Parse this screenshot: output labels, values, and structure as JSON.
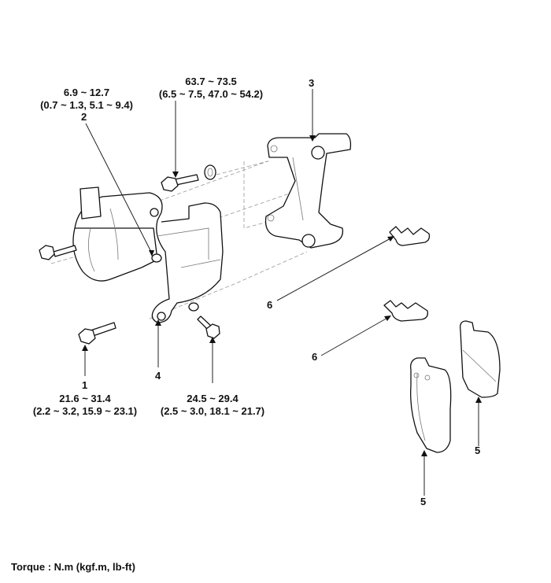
{
  "diagram": {
    "title": "Rear brake caliper assembly components",
    "callouts": [
      {
        "id": "1",
        "number": "1",
        "part": "guide-rod-bolt",
        "torque_nm": "21.6 ~ 31.4",
        "torque_other": "(2.2 ~ 3.2, 15.9 ~ 23.1)"
      },
      {
        "id": "2",
        "number": "2",
        "part": "bleeder-screw",
        "torque_nm": "6.9 ~ 12.7",
        "torque_other": "(0.7 ~ 1.3, 5.1 ~ 9.4)"
      },
      {
        "id": "3",
        "number": "3",
        "part": "caliper-carrier"
      },
      {
        "id": "4",
        "number": "4",
        "part": "caliper-body"
      },
      {
        "id": "5a",
        "number": "5",
        "part": "brake-pad-inner"
      },
      {
        "id": "5b",
        "number": "5",
        "part": "brake-pad-outer"
      },
      {
        "id": "6a",
        "number": "6",
        "part": "pad-retainer-clip-upper"
      },
      {
        "id": "6b",
        "number": "6",
        "part": "pad-retainer-clip-lower"
      }
    ],
    "bolt_torques": {
      "carrier_bolt": {
        "torque_nm": "63.7 ~ 73.5",
        "torque_other": "(6.5 ~ 7.5, 47.0 ~ 54.2)"
      },
      "hose_bolt": {
        "torque_nm": "24.5 ~ 29.4",
        "torque_other": "(2.5 ~ 3.0, 18.1 ~ 21.7)"
      }
    },
    "torque_unit_note": "Torque : N.m (kgf.m, lb-ft)"
  }
}
